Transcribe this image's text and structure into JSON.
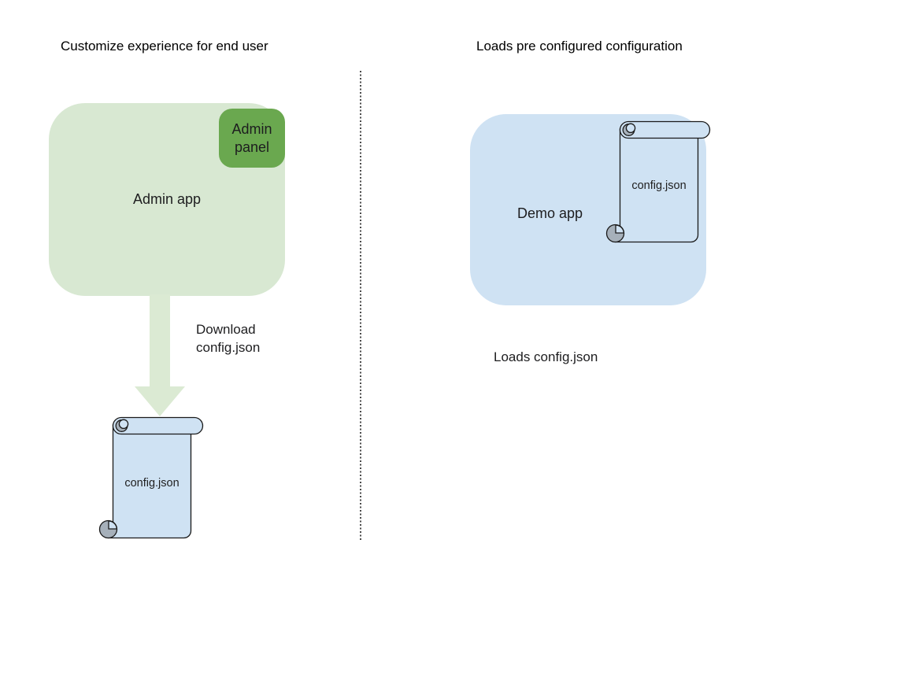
{
  "page": {
    "background": "#ffffff"
  },
  "left_section": {
    "title": "Customize experience for end user",
    "admin_app": {
      "label": "Admin app",
      "fill": "#d8e8d2"
    },
    "admin_panel": {
      "label": "Admin panel",
      "fill": "#6aa84f"
    },
    "download_arrow": {
      "label": "Download config.json",
      "fill": "#dbead3"
    },
    "config_scroll": {
      "label": "config.json",
      "fill": "#cfe2f3",
      "roll_fill": "#a6b0ba"
    }
  },
  "right_section": {
    "title": "Loads pre configured configuration",
    "demo_app": {
      "label": "Demo app",
      "fill": "#cfe2f3"
    },
    "config_scroll": {
      "label": "config.json",
      "fill": "#cfe2f3",
      "roll_fill": "#a6b0ba"
    },
    "caption": "Loads config.json"
  },
  "divider": {
    "style": "dotted",
    "color": "#4a4a4a"
  }
}
